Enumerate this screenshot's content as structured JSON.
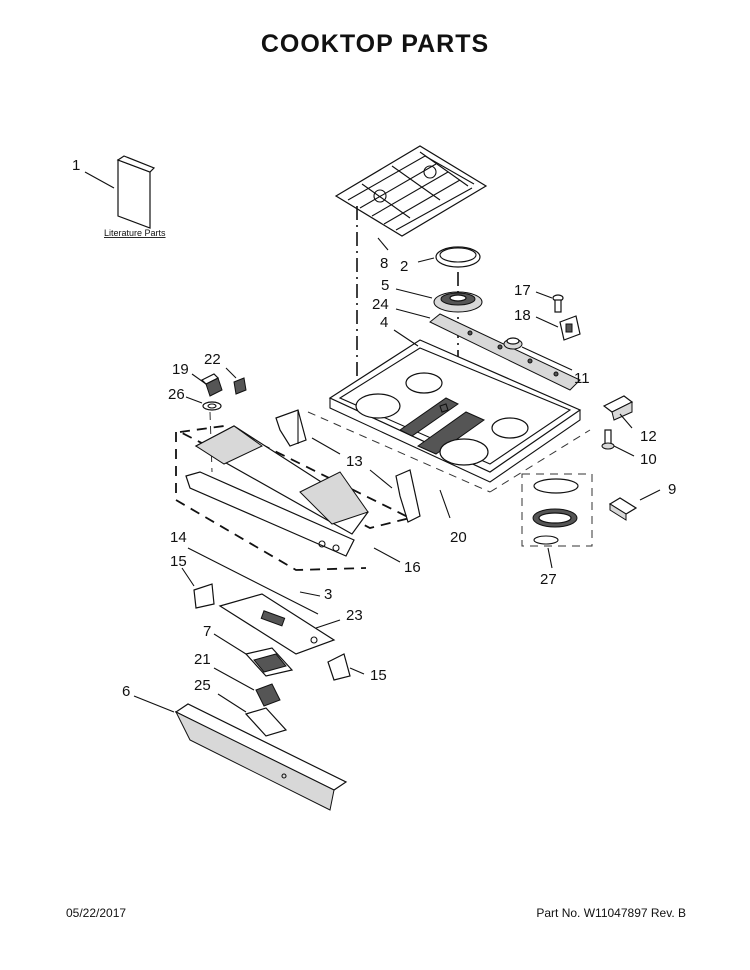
{
  "title": "COOKTOP PARTS",
  "literature_label": "Literature Parts",
  "callouts": {
    "c1": "1",
    "c2": "2",
    "c3": "3",
    "c4": "4",
    "c5": "5",
    "c6": "6",
    "c7": "7",
    "c8": "8",
    "c9": "9",
    "c10": "10",
    "c11": "11",
    "c12": "12",
    "c13": "13",
    "c14": "14",
    "c15a": "15",
    "c15b": "15",
    "c16": "16",
    "c17": "17",
    "c18": "18",
    "c19": "19",
    "c20": "20",
    "c21": "21",
    "c22": "22",
    "c23": "23",
    "c24": "24",
    "c25": "25",
    "c26": "26",
    "c27": "27"
  },
  "footer": {
    "date": "05/22/2017",
    "part_number": "Part No.  W11047897   Rev.  B"
  }
}
